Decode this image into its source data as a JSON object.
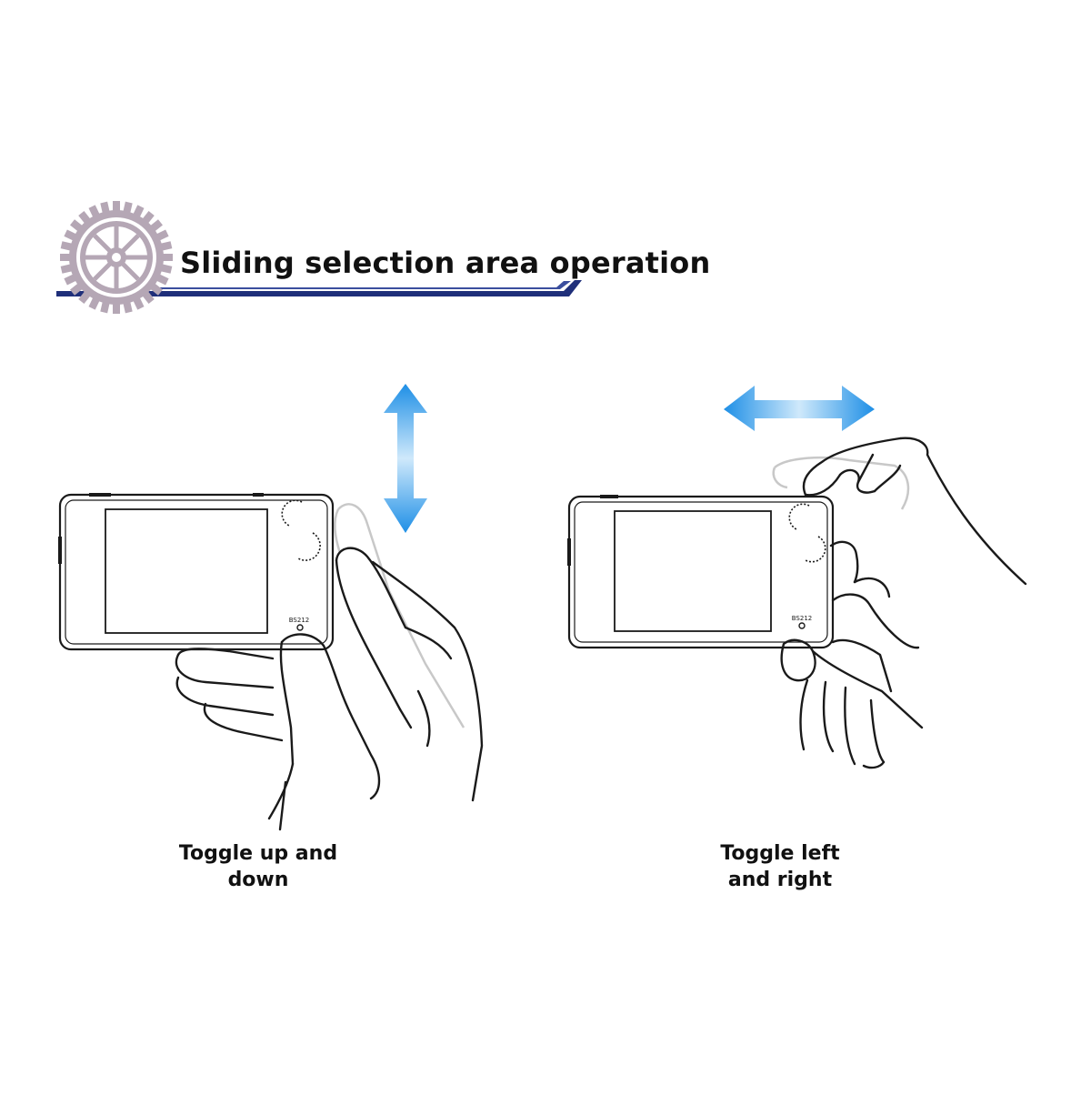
{
  "header": {
    "title": "Sliding selection area operation",
    "gear_icon": "gear-icon",
    "gear_color": "#b5a7b5",
    "underline_color": "#1f2f7a"
  },
  "panels": [
    {
      "gesture": "vertical-swipe",
      "arrow_icon": "up-down-arrow-icon",
      "caption_line1": "Toggle up and",
      "caption_line2": "down",
      "device_label": "BS212"
    },
    {
      "gesture": "horizontal-swipe",
      "arrow_icon": "left-right-arrow-icon",
      "caption_line1": "Toggle left",
      "caption_line2": "and right",
      "device_label": "BS212"
    }
  ],
  "colors": {
    "arrow_blue": "#1e8fe6",
    "arrow_light": "#bfe3fb",
    "outline": "#1a1a1a",
    "ghost_hand": "#c8c8c8"
  }
}
